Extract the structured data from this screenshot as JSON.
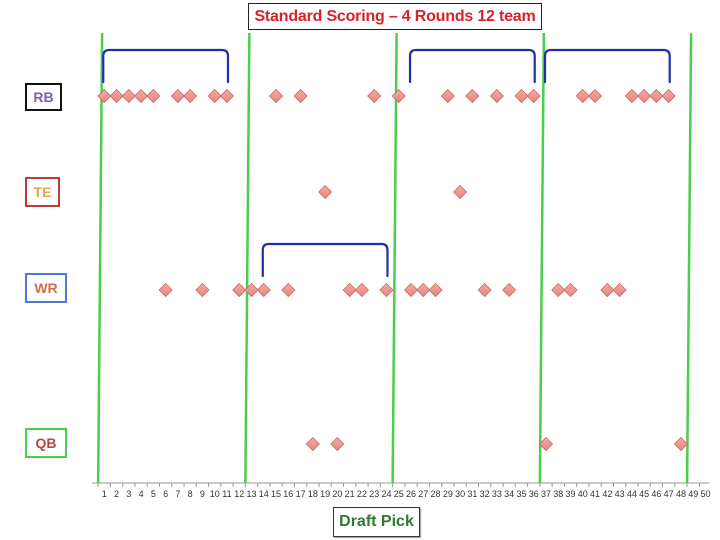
{
  "chart_data": {
    "type": "scatter",
    "title": "Standard Scoring – 4 Rounds 12 team",
    "xlabel": "Draft Pick",
    "ylabel": "",
    "xlim": [
      0,
      50
    ],
    "x_ticks": [
      "",
      "1",
      "2",
      "3",
      "4",
      "5",
      "6",
      "7",
      "8",
      "9",
      "10",
      "11",
      "12",
      "13",
      "14",
      "15",
      "16",
      "17",
      "18",
      "19",
      "20",
      "21",
      "22",
      "23",
      "24",
      "25",
      "26",
      "27",
      "28",
      "29",
      "30",
      "31",
      "32",
      "33",
      "34",
      "35",
      "36",
      "37",
      "38",
      "39",
      "40",
      "41",
      "42",
      "43",
      "44",
      "45",
      "46",
      "47",
      "48",
      "49",
      "50"
    ],
    "categories": [
      "RB",
      "TE",
      "WR",
      "QB"
    ],
    "series": [
      {
        "name": "RB",
        "label_color": "#7b5ea7",
        "border_color": "#111111",
        "x": [
          1,
          2,
          3,
          4,
          5,
          7,
          8,
          10,
          11,
          15,
          17,
          23,
          25,
          29,
          31,
          33,
          35,
          36,
          40,
          41,
          44,
          45,
          46,
          47
        ]
      },
      {
        "name": "TE",
        "label_color": "#e8a14c",
        "border_color": "#c0393b",
        "x": [
          19,
          30
        ]
      },
      {
        "name": "WR",
        "label_color": "#d06a50",
        "border_color": "#4a7bd0",
        "x": [
          6,
          9,
          12,
          13,
          14,
          16,
          21,
          22,
          24,
          26,
          27,
          28,
          32,
          34,
          38,
          39,
          42,
          43
        ]
      },
      {
        "name": "QB",
        "label_color": "#b54a3a",
        "border_color": "#4ccd4c",
        "x": [
          18,
          20,
          37,
          48
        ]
      }
    ],
    "round_dividers": [
      0.5,
      12.5,
      24.5,
      36.5,
      48.5
    ],
    "brackets": [
      {
        "position": "RB",
        "from": 1,
        "to": 11
      },
      {
        "position": "RB",
        "from": 26,
        "to": 36
      },
      {
        "position": "RB",
        "from": 37,
        "to": 47
      },
      {
        "position": "WR",
        "from": 14,
        "to": 24
      }
    ],
    "marker_color": "#e8857f",
    "divider_color": "#4ccd4c",
    "bracket_color": "#1f2fa8",
    "grid": false,
    "legend": "none"
  }
}
